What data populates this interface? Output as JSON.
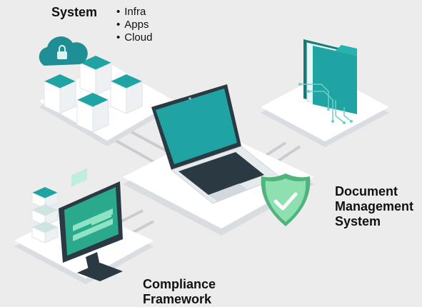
{
  "system": {
    "title": "System",
    "items": [
      "Infra",
      "Apps",
      "Cloud"
    ]
  },
  "labels": {
    "document_management": [
      "Document",
      "Management",
      "System"
    ],
    "compliance_framework": [
      "Compliance",
      "Framework"
    ]
  },
  "colors": {
    "background": "#ececec",
    "platform": "#ffffff",
    "platform_side": "#d9dde2",
    "teal": "#1fa3a3",
    "teal_dark": "#157a7a",
    "teal_light": "#6fd0c8",
    "green_shield": "#5cc98a",
    "screen_green": "#2aa98c",
    "dark": "#2b3a42",
    "text": "#111111"
  },
  "icons": [
    "cloud-lock-icon",
    "server-cubes-icon",
    "laptop-icon",
    "folder-icon",
    "shield-check-icon",
    "monitor-icon",
    "server-stack-icon"
  ]
}
